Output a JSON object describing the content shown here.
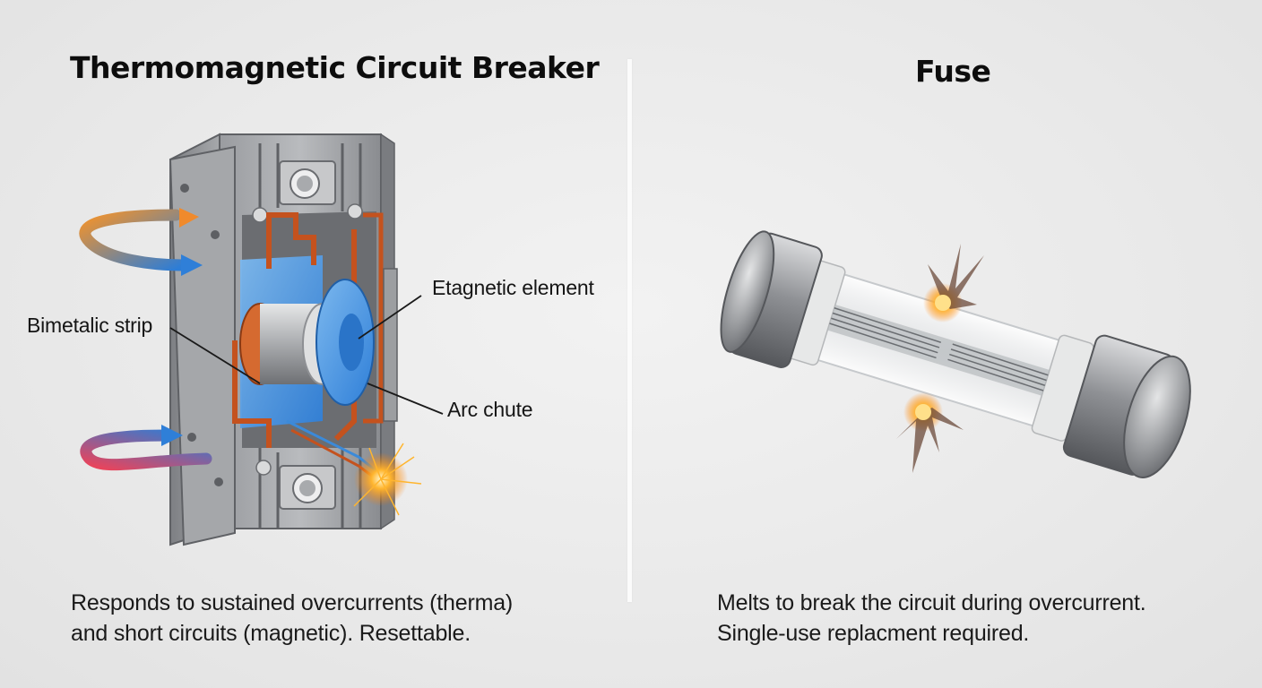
{
  "breaker": {
    "title": "Thermomagnetic Circuit Breaker",
    "labels": {
      "magnetic": "Etagnetic element",
      "bimetal": "Bimetalic strip",
      "arc": "Arc chute"
    },
    "caption": {
      "line1": "Responds to sustained overcurrents (therma)",
      "line2": "and short circuits (magnetic). Resettable."
    }
  },
  "fuse": {
    "title": "Fuse",
    "caption": {
      "line1": "Melts to break the circuit during overcurrent.",
      "line2": "Single-use replacment required."
    }
  },
  "colors": {
    "heat": "#f08a2c",
    "cool": "#2f7fd8",
    "hot": "#e4465a",
    "copper": "#c4521e",
    "housing": "#8e9094"
  }
}
